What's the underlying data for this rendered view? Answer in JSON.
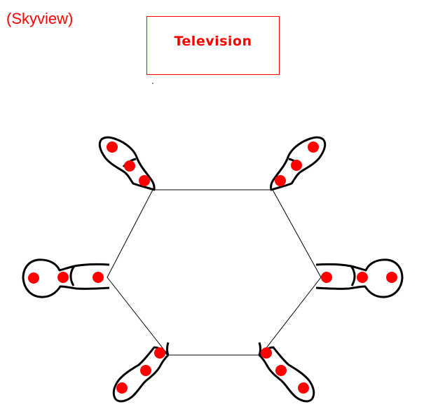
{
  "view_label": "(Skyview)",
  "tv": {
    "label": "Television"
  },
  "colors": {
    "label_red": "#ff0000",
    "figure_outline": "#000000",
    "joint_dot": "#ff0000",
    "table_line": "#000000",
    "tv_border": "#ff0000"
  },
  "table": {
    "shape": "hexagon"
  },
  "figures": [
    {
      "name": "top-left-figure",
      "icon": "stick-figure-icon"
    },
    {
      "name": "top-right-figure",
      "icon": "stick-figure-icon"
    },
    {
      "name": "left-figure",
      "icon": "stick-figure-icon"
    },
    {
      "name": "right-figure",
      "icon": "stick-figure-icon"
    },
    {
      "name": "bottom-left-figure",
      "icon": "stick-figure-icon"
    },
    {
      "name": "bottom-right-figure",
      "icon": "stick-figure-icon"
    }
  ]
}
